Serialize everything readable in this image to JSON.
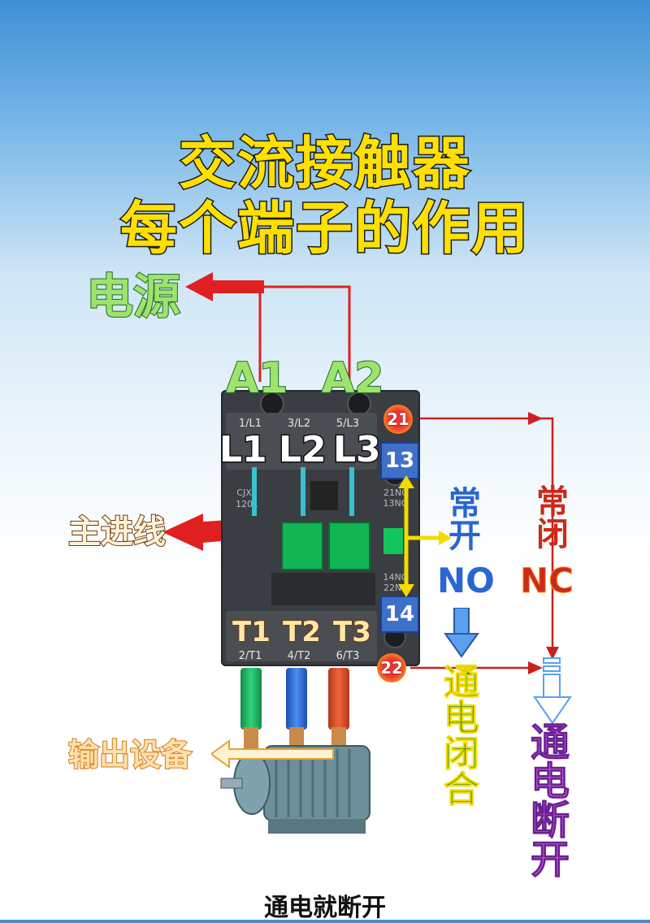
{
  "title": {
    "line1": "交流接触器",
    "line2": "每个端子的作用"
  },
  "labels": {
    "power": "电源",
    "a1": "A1",
    "a2": "A2",
    "main_incoming": "主进线",
    "output_device": "输出设备",
    "l1": "L1",
    "l2": "L2",
    "l3": "L3",
    "t1": "T1",
    "t2": "T2",
    "t3": "T3",
    "term_13": "13",
    "term_14": "14",
    "term_21": "21",
    "term_22": "22",
    "no_label": "常开",
    "no_code": "NO",
    "nc_label": "常闭",
    "nc_code": "NC",
    "energize_close": "通电闭合",
    "energize_open": "通电断开"
  },
  "terminal_marks": {
    "top": [
      "1/L1",
      "3/L2",
      "5/L3"
    ],
    "bottom": [
      "2/T1",
      "4/T2",
      "6/T3"
    ],
    "aux_top": "21NC\n13NO",
    "aux_bottom": "14NO\n22NC",
    "model": "CJX2\n1201"
  },
  "caption": "通电就断开",
  "colors": {
    "title": "#ffe000",
    "arrow_red": "#e02020",
    "arrow_yellow": "#f2dc00",
    "arrow_blue": "#5aa0f0",
    "text_green": "#2e8b2e",
    "text_red": "#cc2a1a",
    "text_purple": "#c054e0",
    "text_blue": "#2a66d0"
  }
}
